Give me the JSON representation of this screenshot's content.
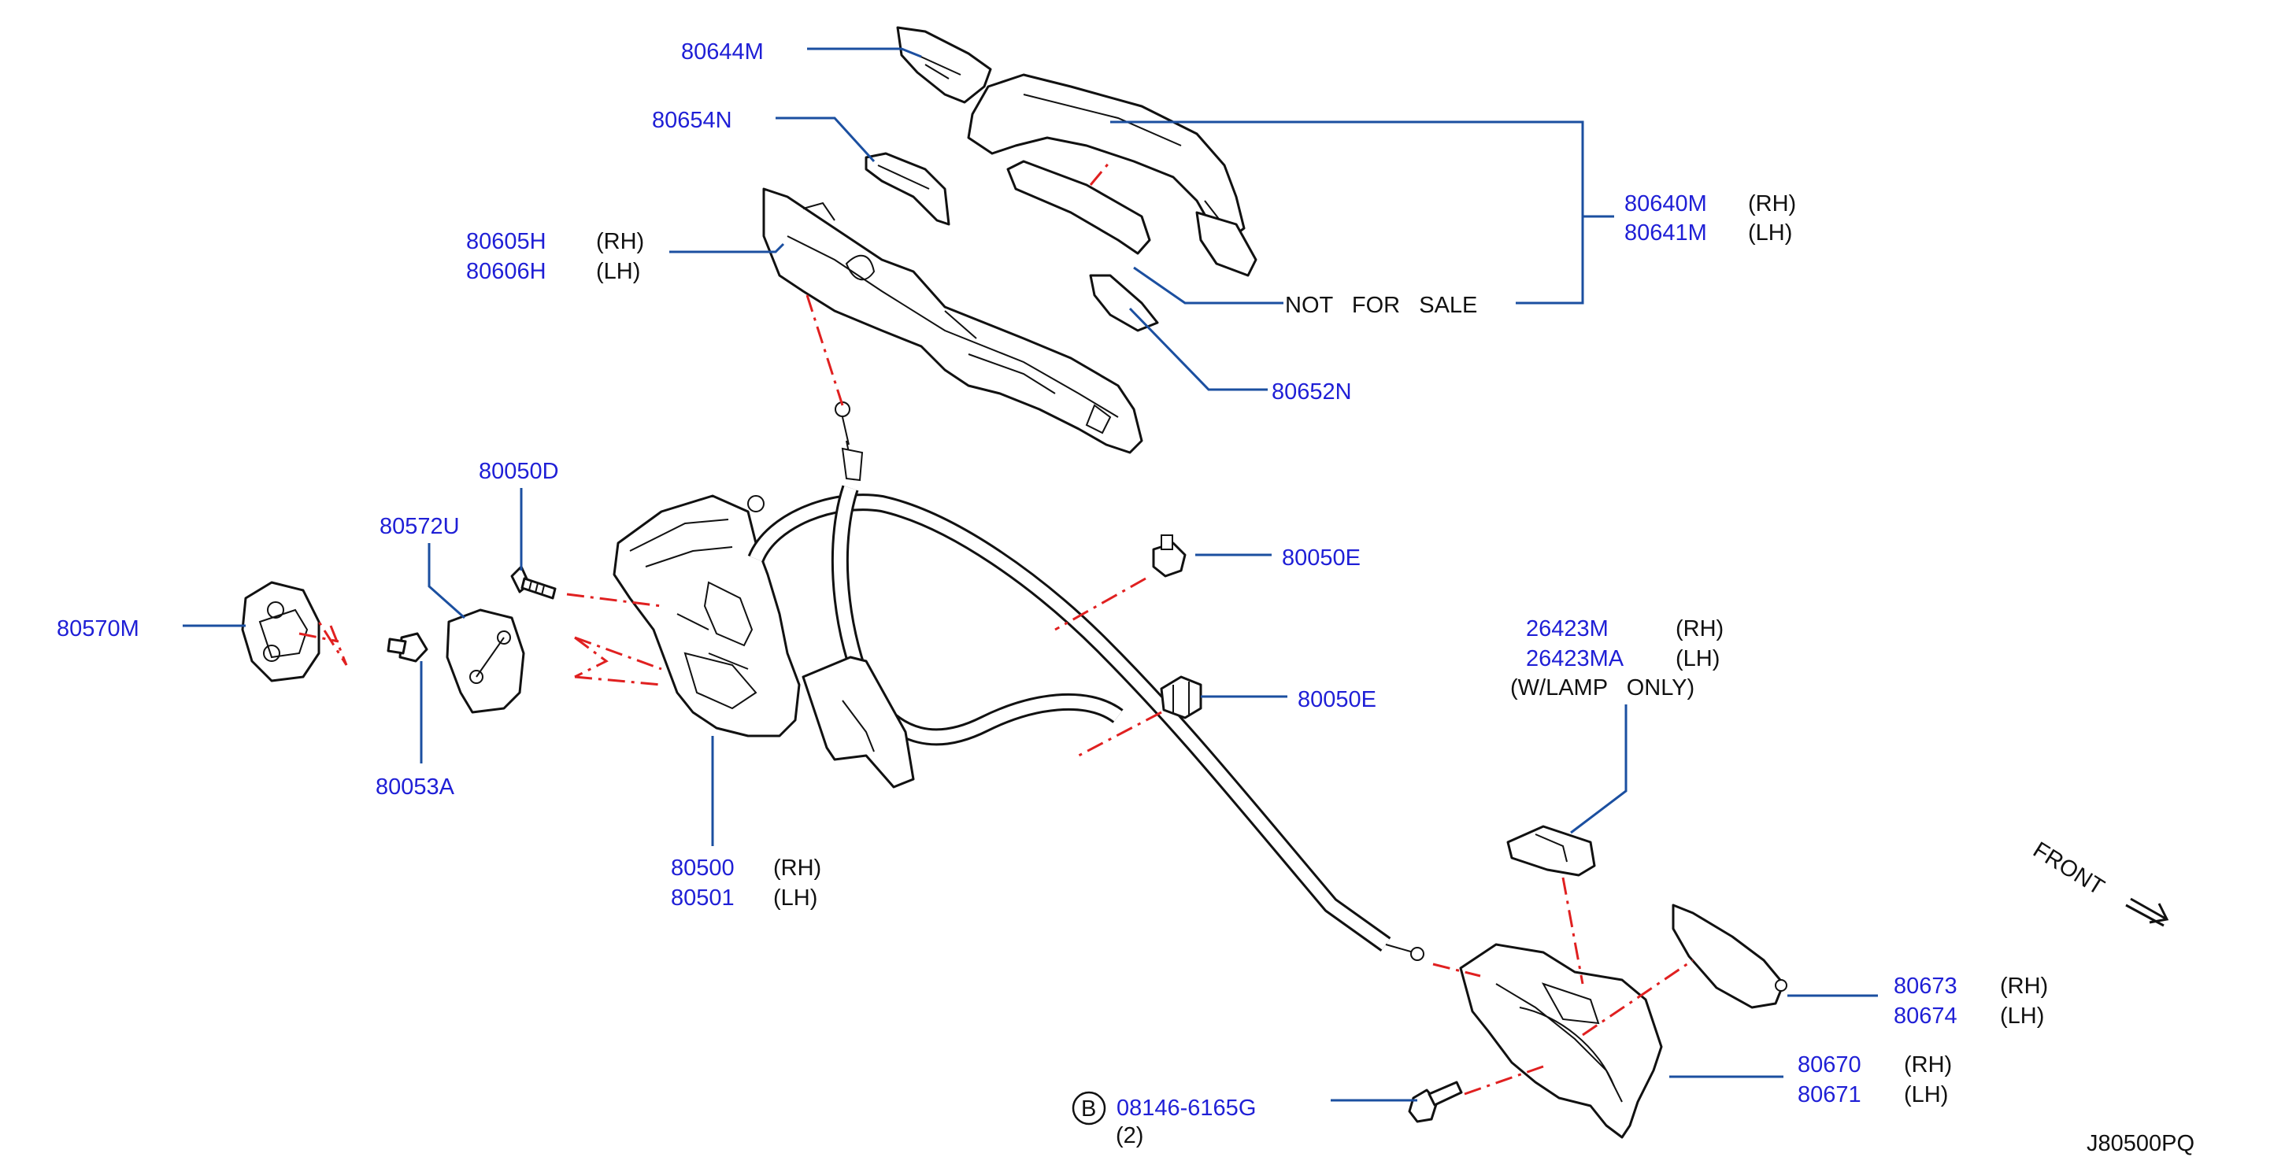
{
  "diagram_id": "J80500PQ",
  "note": "NOT   FOR   SALE",
  "front_label": "FRONT",
  "bolt_marker": "B",
  "labels": {
    "p80644M": "80644M",
    "p80654N": "80654N",
    "p80605H": "80605H",
    "p80606H": "80606H",
    "p80640M": "80640M",
    "p80641M": "80641M",
    "p80652N": "80652N",
    "p80050D": "80050D",
    "p80572U": "80572U",
    "p80570M": "80570M",
    "p80053A": "80053A",
    "p80050E_a": "80050E",
    "p80050E_b": "80050E",
    "p26423M": "26423M",
    "p26423MA": "26423MA",
    "p80500": "80500",
    "p80501": "80501",
    "p80673": "80673",
    "p80674": "80674",
    "p80670": "80670",
    "p80671": "80671",
    "p08146": "08146-6165G"
  },
  "suffix": {
    "rh": "(RH)",
    "lh": "(LH)",
    "wlamp": "(W/LAMP   ONLY)",
    "qty2": "(2)"
  }
}
